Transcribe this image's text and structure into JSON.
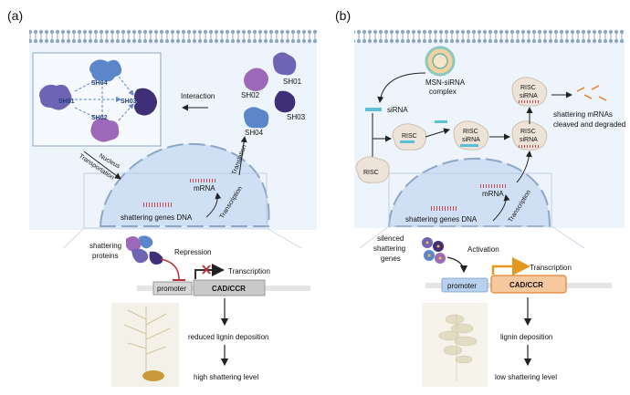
{
  "panels": {
    "a": {
      "label": "(a)",
      "interaction_box": {
        "nodes": [
          "SH04",
          "SH01",
          "SH03",
          "SH02"
        ]
      },
      "protein_labels": [
        "SH01",
        "SH02",
        "SH03",
        "SH04"
      ],
      "arrows": {
        "interaction": "Interaction",
        "translation": "Translation",
        "transcription": "Transcription",
        "transportation": "Transportation",
        "nucleus": "Nucleus"
      },
      "mrna": "mRNA",
      "dna": "shattering genes DNA",
      "bottom": {
        "proteins_label_1": "shattering",
        "proteins_label_2": "proteins",
        "repression": "Repression",
        "transcription": "Transcription",
        "promoter": "promoter",
        "gene": "CAD/CCR",
        "result_1": "reduced lignin deposition",
        "result_2": "high shattering level"
      }
    },
    "b": {
      "label": "(b)",
      "complex_1": "MSN-siRNA",
      "complex_2": "complex",
      "sirna": "siRNA",
      "risc": "RISC",
      "risc_sirna_1": "RISC",
      "risc_sirna_2": "siRNA",
      "degraded_1": "shattering mRNAs",
      "degraded_2": "cleaved and degraded",
      "mrna": "mRNA",
      "dna": "shattering genes DNA",
      "transcription_arrow": "Transcription",
      "bottom": {
        "silenced_1": "silenced",
        "silenced_2": "shattering",
        "silenced_3": "genes",
        "activation": "Activation",
        "transcription": "Transcription",
        "promoter": "promoter",
        "gene": "CAD/CCR",
        "result_1": "lignin deposition",
        "result_2": "low shattering level"
      }
    }
  },
  "colors": {
    "cell_bg": "#eef4fb",
    "membrane": "#8ea6c8",
    "nucleus": "#cfe0f4",
    "protein_blue": "#5b86c9",
    "protein_purple": "#6f63b3",
    "protein_violet": "#9b69b8",
    "protein_dark": "#3f2f78",
    "repression": "#b8343a",
    "promoter_a": "#d6d6d6",
    "gene_a": "#c9c9c9",
    "promoter_b": "#b8d1ef",
    "gene_b": "#f6c89d",
    "gene_b_border": "#e0842c",
    "arrow_b": "#e5981e",
    "risc": "#ede3d8"
  }
}
